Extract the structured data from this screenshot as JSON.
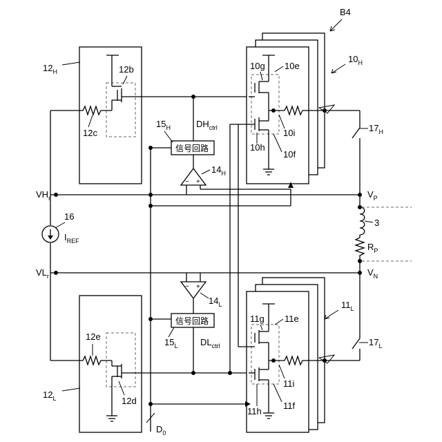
{
  "figure_label": "B4",
  "labels": {
    "m10H": "10",
    "m10H_sub": "H",
    "m11L": "11",
    "m11L_sub": "L",
    "m12H": "12",
    "m12H_sub": "H",
    "m12L": "12",
    "m12L_sub": "L",
    "r12b": "12b",
    "r12c": "12c",
    "r12d": "12d",
    "r12e": "12e",
    "r10e": "10e",
    "r10f": "10f",
    "r10g": "10g",
    "r10h": "10h",
    "r10i": "10i",
    "r11e": "11e",
    "r11f": "11f",
    "r11g": "11g",
    "r11h": "11h",
    "r11i": "11i",
    "s15H": "15",
    "s15H_sub": "H",
    "s15L": "15",
    "s15L_sub": "L",
    "a14H": "14",
    "a14H_sub": "H",
    "a14L": "14",
    "a14L_sub": "L",
    "dh": "DH",
    "dh_sub": "ctrl",
    "dl": "DL",
    "dl_sub": "ctrl",
    "vh": "VH",
    "vh_sub": "r",
    "vl": "VL",
    "vl_sub": "r",
    "vp": "V",
    "vp_sub": "P",
    "vn": "V",
    "vn_sub": "N",
    "i16": "16",
    "iref": "I",
    "iref_sub": "REF",
    "coil3": "3",
    "rp": "R",
    "rp_sub": "P",
    "sw17H": "17",
    "sw17H_sub": "H",
    "sw17L": "17",
    "sw17L_sub": "L",
    "d0": "D",
    "d0_sub": "0"
  },
  "signal_circuit_label": "信号回路",
  "signal_circuit_label_lower": "信号回路",
  "opamp_plus": "+",
  "opamp_minus": "−"
}
